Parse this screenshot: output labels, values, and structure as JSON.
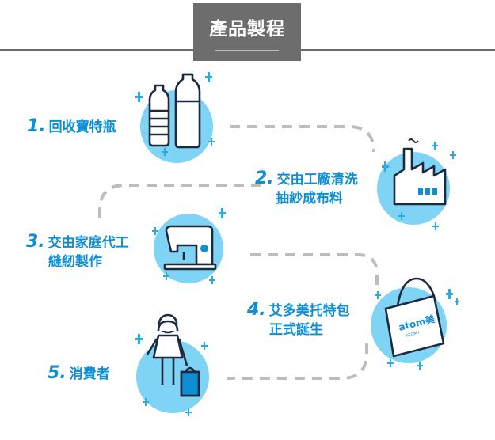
{
  "header": {
    "title": "產品製程"
  },
  "steps": [
    {
      "number": "1.",
      "text": "回收寶特瓶",
      "text2": "",
      "icon": "plastic-bottles-icon"
    },
    {
      "number": "2.",
      "text": "交由工廠清洗",
      "text2": "抽紗成布料",
      "icon": "factory-icon"
    },
    {
      "number": "3.",
      "text": "交由家庭代工",
      "text2": "縫紉製作",
      "icon": "sewing-machine-icon"
    },
    {
      "number": "4.",
      "text": "艾多美托特包",
      "text2": "正式誕生",
      "icon": "tote-bag-icon"
    },
    {
      "number": "5.",
      "text": "消費者",
      "text2": "",
      "icon": "consumer-icon"
    }
  ],
  "bag_logo": {
    "brand": "atom美",
    "sub": "ATOMY"
  },
  "colors": {
    "accent_blue": "#0e8fd3",
    "circle_fill": "#7fd3f4",
    "sparkle": "#29abe2",
    "dash": "#bdbdbd",
    "header_gray": "#6d6d6d",
    "line_art": "#1c2a40"
  }
}
